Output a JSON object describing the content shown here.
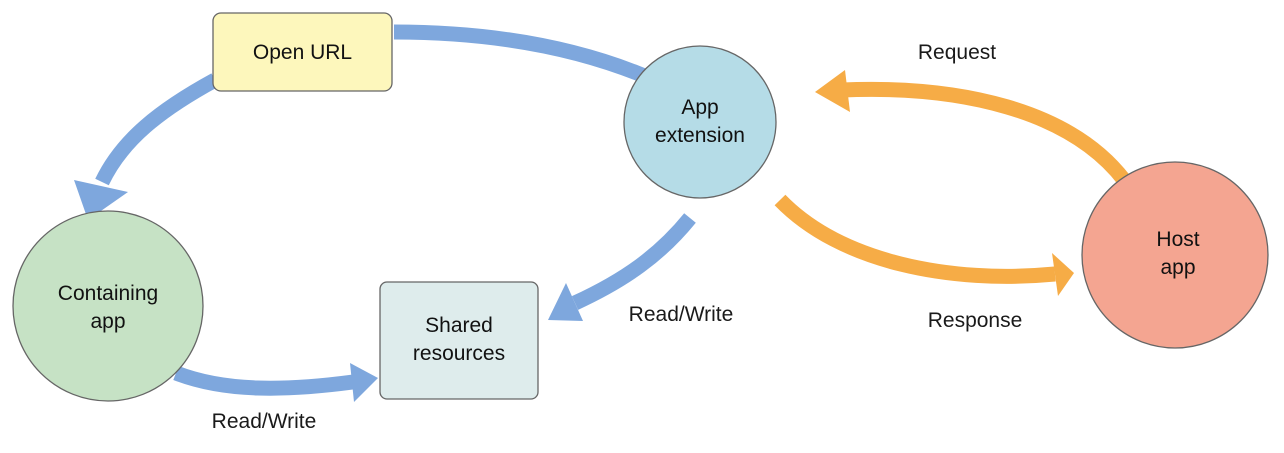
{
  "colors": {
    "blue_arrow": "#7ea7dd",
    "orange_arrow": "#f6ac46",
    "open_url_fill": "#fdf7bc",
    "app_extension_fill": "#b5dce7",
    "containing_app_fill": "#c6e2c5",
    "shared_resources_fill": "#deecec",
    "host_app_fill": "#f4a591",
    "outline": "#666666"
  },
  "nodes": {
    "open_url": {
      "label": [
        "Open URL"
      ]
    },
    "app_extension": {
      "label": [
        "App",
        "extension"
      ]
    },
    "containing_app": {
      "label": [
        "Containing",
        "app"
      ]
    },
    "shared_resources": {
      "label": [
        "Shared",
        "resources"
      ]
    },
    "host_app": {
      "label": [
        "Host",
        "app"
      ]
    }
  },
  "edge_labels": {
    "request": "Request",
    "response": "Response",
    "read_write_extension": "Read/Write",
    "read_write_containing": "Read/Write"
  }
}
